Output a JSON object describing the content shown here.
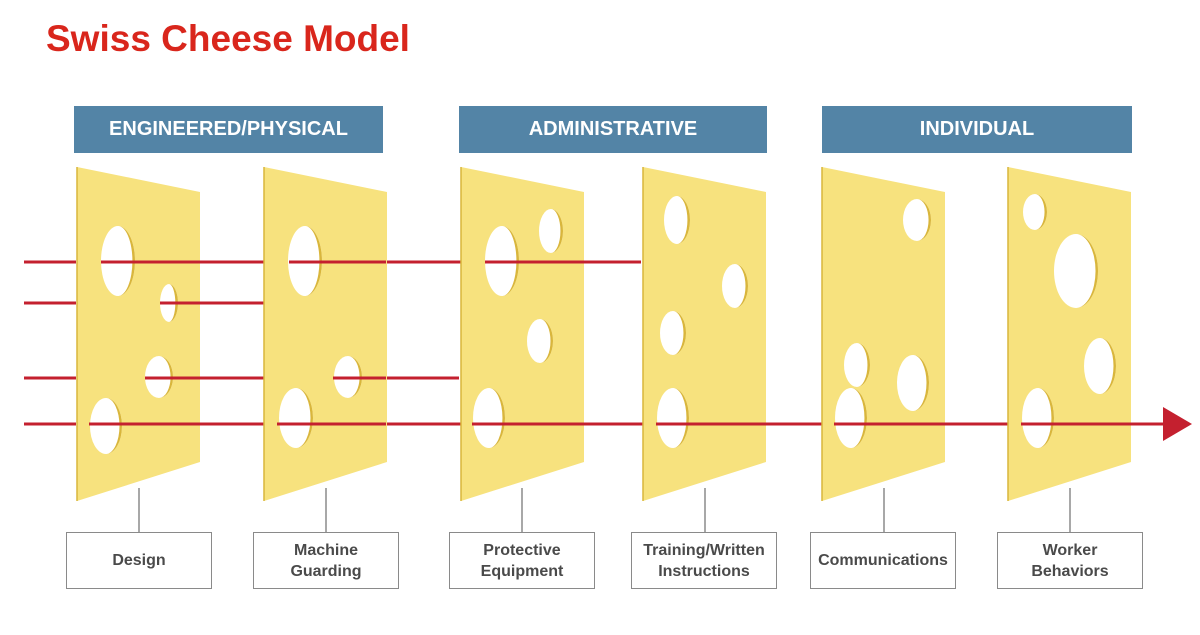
{
  "title": "Swiss Cheese Model",
  "categories": [
    {
      "label": "ENGINEERED/PHYSICAL"
    },
    {
      "label": "ADMINISTRATIVE"
    },
    {
      "label": "INDIVIDUAL"
    }
  ],
  "layers": [
    {
      "label": "Design",
      "category": "ENGINEERED/PHYSICAL"
    },
    {
      "label": "Machine\nGuarding",
      "category": "ENGINEERED/PHYSICAL"
    },
    {
      "label": "Protective\nEquipment",
      "category": "ADMINISTRATIVE"
    },
    {
      "label": "Training/Written\nInstructions",
      "category": "ADMINISTRATIVE"
    },
    {
      "label": "Communications",
      "category": "INDIVIDUAL"
    },
    {
      "label": "Worker\nBehaviors",
      "category": "INDIVIDUAL"
    }
  ],
  "hazard_paths": [
    {
      "name": "path-1",
      "stops_after_layer": 3
    },
    {
      "name": "path-2",
      "stops_after_layer": 1
    },
    {
      "name": "path-3",
      "stops_after_layer": 2
    },
    {
      "name": "path-4",
      "stops_after_layer": null,
      "result": "arrow"
    }
  ],
  "colors": {
    "title": "#d9261c",
    "category_bg": "#5384a6",
    "cheese": "#f7e27e",
    "cheese_edge": "#d9b63c",
    "hazard_line": "#c4202f",
    "connector": "#8a8a8a"
  }
}
